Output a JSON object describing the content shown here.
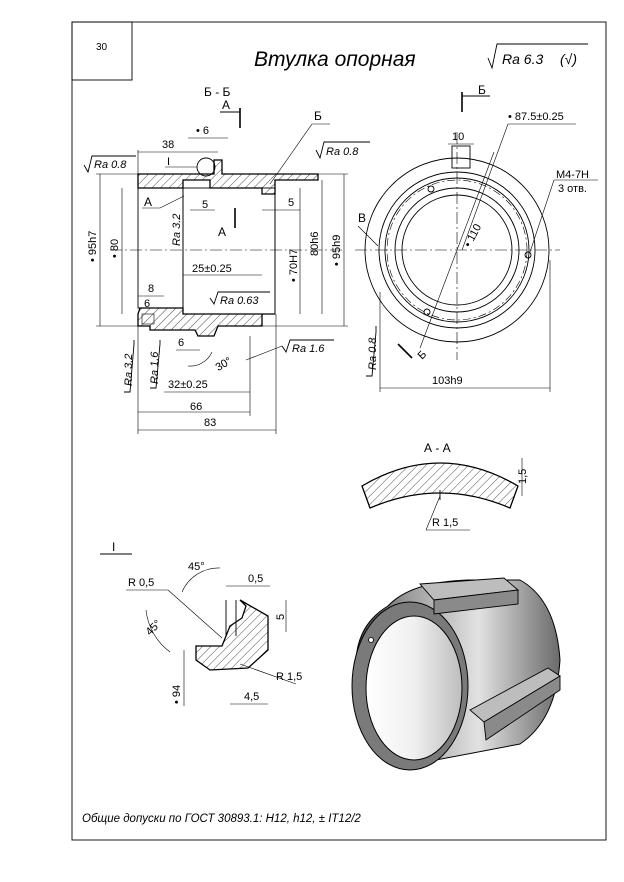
{
  "sheet": {
    "page_number": "30",
    "title": "Втулка опорная",
    "roughness_general": "Ra 6.3",
    "roughness_general_suffix": "(√)",
    "footer": "Общие допуски по ГОСТ 30893.1: H12, h12, ± IT12/2"
  },
  "section_bb": {
    "label": "Б - Б",
    "cut_a_top": "А",
    "cut_a_bottom": "А",
    "dims": {
      "d6_top": "6",
      "d38": "38",
      "d5_left": "5",
      "d5_right": "5",
      "d95h7": "95h7",
      "d80": "80",
      "d70H7": "70H7",
      "d80h6": "80h6",
      "d95h9": "95h9",
      "d25": "25±0.25",
      "d8": "8",
      "d6_small": "6",
      "d6_bottom": "6",
      "angle30": "30°",
      "d32": "32±0.25",
      "d66": "66",
      "d83": "83"
    },
    "leaders": {
      "b_label": "Б",
      "a_label": "А",
      "detail_mark": "I"
    },
    "roughness": {
      "top_left": "Ra 0.8",
      "top_right": "Ra 0.8",
      "inner": "Ra 3.2",
      "bore": "Ra 0.63",
      "face_right": "Ra 1.6",
      "left_32": "Ra 3.2",
      "left_16": "Ra 1.6"
    }
  },
  "view_circle": {
    "b_label": "Б",
    "b_label_bottom": "Б",
    "v_label": "В",
    "dims": {
      "d10": "10",
      "d87": "87.5±0.25",
      "d110": "110",
      "thread": "M4-7H",
      "holes": "3 отв.",
      "d103": "103h9"
    },
    "roughness": "Ra 0.8"
  },
  "section_aa": {
    "label": "А - А",
    "r": "R 1,5",
    "d": "1,5"
  },
  "detail_i": {
    "label": "I",
    "angle_top": "45°",
    "angle_left": "45°",
    "r05": "R 0,5",
    "d05": "0,5",
    "d5": "5",
    "d94": "94",
    "r15": "R 1,5",
    "d45": "4,5"
  },
  "colors": {
    "ink": "#000000",
    "paper": "#ffffff",
    "shade_dark": "#4a4a4a",
    "shade_mid": "#9a9a9a",
    "shade_light": "#d6d6d6"
  }
}
